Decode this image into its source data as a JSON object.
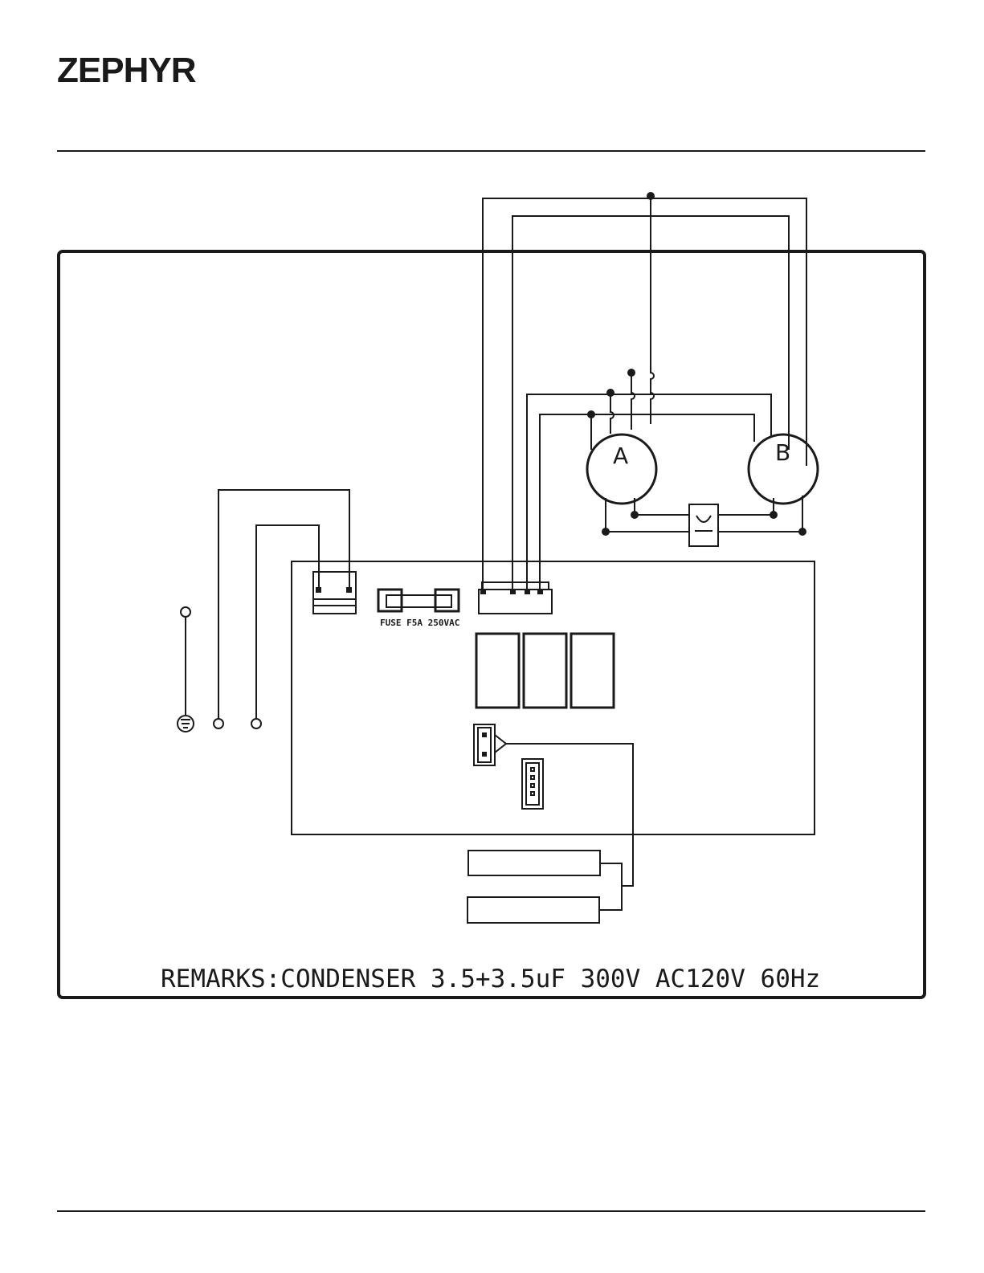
{
  "brand": {
    "logo_text": "ZEPHYR"
  },
  "diagram": {
    "motor_a_label": "A",
    "motor_b_label": "B",
    "fuse_label": "FUSE F5A 250VAC",
    "remarks": "REMARKS:CONDENSER 3.5+3.5uF 300V  AC120V 60Hz"
  },
  "colors": {
    "ink": "#1a1a1a",
    "background": "#ffffff"
  }
}
